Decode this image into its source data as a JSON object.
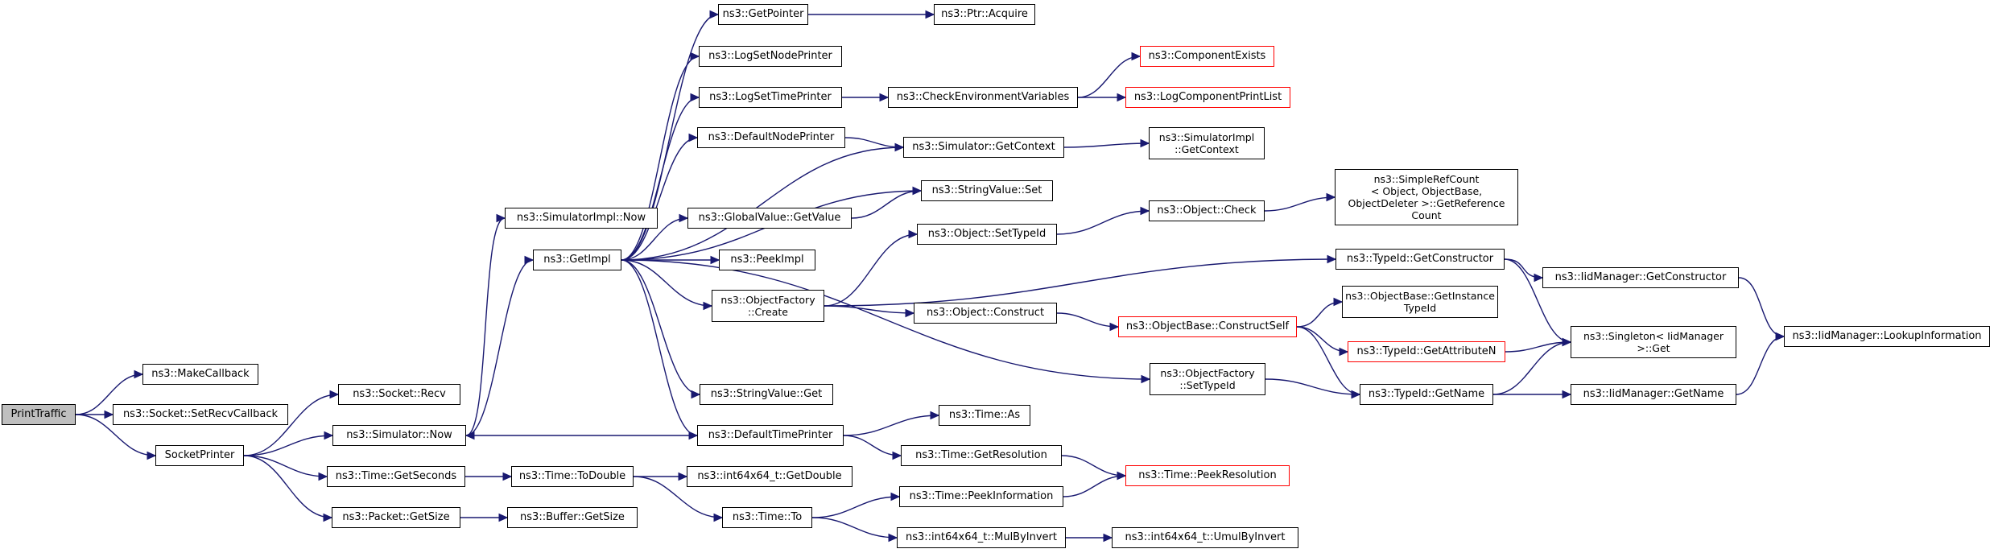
{
  "graph": {
    "edge_color": "#191970",
    "node_border": "#000000",
    "undocumented_border": "#ff0000",
    "root_fill": "#bfbfbf",
    "root": "PrintTraffic",
    "nodes": [
      {
        "id": "print_traffic",
        "label": "PrintTraffic",
        "kind": "root"
      },
      {
        "id": "make_callback",
        "label": "ns3::MakeCallback",
        "kind": "normal"
      },
      {
        "id": "set_recv_callback",
        "label": "ns3::Socket::SetRecvCallback",
        "kind": "normal"
      },
      {
        "id": "socket_printer",
        "label": "SocketPrinter",
        "kind": "normal"
      },
      {
        "id": "socket_recv",
        "label": "ns3::Socket::Recv",
        "kind": "normal"
      },
      {
        "id": "simulator_now",
        "label": "ns3::Simulator::Now",
        "kind": "normal"
      },
      {
        "id": "time_get_seconds",
        "label": "ns3::Time::GetSeconds",
        "kind": "normal"
      },
      {
        "id": "packet_get_size",
        "label": "ns3::Packet::GetSize",
        "kind": "normal"
      },
      {
        "id": "simimpl_now",
        "label": "ns3::SimulatorImpl::Now",
        "kind": "normal"
      },
      {
        "id": "get_impl",
        "label": "ns3::GetImpl",
        "kind": "normal"
      },
      {
        "id": "time_to_double",
        "label": "ns3::Time::ToDouble",
        "kind": "normal"
      },
      {
        "id": "buffer_get_size",
        "label": "ns3::Buffer::GetSize",
        "kind": "normal"
      },
      {
        "id": "get_pointer",
        "label": "ns3::GetPointer",
        "kind": "normal"
      },
      {
        "id": "ptr_acquire",
        "label": "ns3::Ptr::Acquire",
        "kind": "normal"
      },
      {
        "id": "log_set_node_printer",
        "label": "ns3::LogSetNodePrinter",
        "kind": "normal"
      },
      {
        "id": "log_set_time_printer",
        "label": "ns3::LogSetTimePrinter",
        "kind": "normal"
      },
      {
        "id": "check_env_vars",
        "label": "ns3::CheckEnvironmentVariables",
        "kind": "normal"
      },
      {
        "id": "component_exists",
        "label": "ns3::ComponentExists",
        "kind": "undocumented"
      },
      {
        "id": "log_component_print_list",
        "label": "ns3::LogComponentPrintList",
        "kind": "undocumented"
      },
      {
        "id": "default_node_printer",
        "label": "ns3::DefaultNodePrinter",
        "kind": "normal"
      },
      {
        "id": "simulator_get_context",
        "label": "ns3::Simulator::GetContext",
        "kind": "normal"
      },
      {
        "id": "simimpl_get_context",
        "label": "ns3::SimulatorImpl\n::GetContext",
        "kind": "normal"
      },
      {
        "id": "string_value_set",
        "label": "ns3::StringValue::Set",
        "kind": "normal"
      },
      {
        "id": "global_value_get_value",
        "label": "ns3::GlobalValue::GetValue",
        "kind": "normal"
      },
      {
        "id": "simple_ref_count",
        "label": "ns3::SimpleRefCount\n< Object, ObjectBase,\n ObjectDeleter >::GetReference\nCount",
        "kind": "normal"
      },
      {
        "id": "object_check",
        "label": "ns3::Object::Check",
        "kind": "normal"
      },
      {
        "id": "object_set_type_id",
        "label": "ns3::Object::SetTypeId",
        "kind": "normal"
      },
      {
        "id": "peek_impl",
        "label": "ns3::PeekImpl",
        "kind": "normal"
      },
      {
        "id": "typeid_get_constructor",
        "label": "ns3::TypeId::GetConstructor",
        "kind": "normal"
      },
      {
        "id": "iidmanager_get_constructor",
        "label": "ns3::IidManager::GetConstructor",
        "kind": "normal"
      },
      {
        "id": "object_factory_create",
        "label": "ns3::ObjectFactory\n::Create",
        "kind": "normal"
      },
      {
        "id": "object_construct",
        "label": "ns3::Object::Construct",
        "kind": "normal"
      },
      {
        "id": "objectbase_construct_self",
        "label": "ns3::ObjectBase::ConstructSelf",
        "kind": "undocumented"
      },
      {
        "id": "objectbase_get_instance_typeid",
        "label": "ns3::ObjectBase::GetInstance\nTypeId",
        "kind": "normal"
      },
      {
        "id": "iidmanager_lookup_information",
        "label": "ns3::IidManager::LookupInformation",
        "kind": "normal"
      },
      {
        "id": "typeid_get_attribute_n",
        "label": "ns3::TypeId::GetAttributeN",
        "kind": "undocumented"
      },
      {
        "id": "singleton_get",
        "label": "ns3::Singleton< IidManager\n >::Get",
        "kind": "normal"
      },
      {
        "id": "object_factory_set_type_id",
        "label": "ns3::ObjectFactory\n::SetTypeId",
        "kind": "normal"
      },
      {
        "id": "typeid_get_name",
        "label": "ns3::TypeId::GetName",
        "kind": "normal"
      },
      {
        "id": "iidmanager_get_name",
        "label": "ns3::IidManager::GetName",
        "kind": "normal"
      },
      {
        "id": "string_value_get",
        "label": "ns3::StringValue::Get",
        "kind": "normal"
      },
      {
        "id": "time_as",
        "label": "ns3::Time::As",
        "kind": "normal"
      },
      {
        "id": "default_time_printer",
        "label": "ns3::DefaultTimePrinter",
        "kind": "normal"
      },
      {
        "id": "time_get_resolution",
        "label": "ns3::Time::GetResolution",
        "kind": "normal"
      },
      {
        "id": "time_peek_resolution",
        "label": "ns3::Time::PeekResolution",
        "kind": "undocumented"
      },
      {
        "id": "int64x64_get_double",
        "label": "ns3::int64x64_t::GetDouble",
        "kind": "normal"
      },
      {
        "id": "time_peek_information",
        "label": "ns3::Time::PeekInformation",
        "kind": "normal"
      },
      {
        "id": "time_to",
        "label": "ns3::Time::To",
        "kind": "normal"
      },
      {
        "id": "int64x64_mul_by_invert",
        "label": "ns3::int64x64_t::MulByInvert",
        "kind": "normal"
      },
      {
        "id": "int64x64_umul_by_invert",
        "label": "ns3::int64x64_t::UmulByInvert",
        "kind": "normal"
      }
    ],
    "edges": [
      [
        "print_traffic",
        "make_callback"
      ],
      [
        "print_traffic",
        "set_recv_callback"
      ],
      [
        "print_traffic",
        "socket_printer"
      ],
      [
        "socket_printer",
        "socket_recv"
      ],
      [
        "socket_printer",
        "simulator_now"
      ],
      [
        "socket_printer",
        "time_get_seconds"
      ],
      [
        "socket_printer",
        "packet_get_size"
      ],
      [
        "simulator_now",
        "simimpl_now"
      ],
      [
        "simulator_now",
        "get_impl"
      ],
      [
        "time_get_seconds",
        "time_to_double"
      ],
      [
        "packet_get_size",
        "buffer_get_size"
      ],
      [
        "get_impl",
        "get_pointer"
      ],
      [
        "get_impl",
        "log_set_node_printer"
      ],
      [
        "get_impl",
        "log_set_time_printer"
      ],
      [
        "get_impl",
        "default_node_printer"
      ],
      [
        "get_impl",
        "simulator_get_context"
      ],
      [
        "get_impl",
        "string_value_set"
      ],
      [
        "get_impl",
        "global_value_get_value"
      ],
      [
        "get_impl",
        "peek_impl"
      ],
      [
        "get_impl",
        "object_factory_create"
      ],
      [
        "get_impl",
        "object_factory_set_type_id"
      ],
      [
        "get_impl",
        "string_value_get"
      ],
      [
        "get_impl",
        "default_time_printer"
      ],
      [
        "get_pointer",
        "ptr_acquire"
      ],
      [
        "log_set_time_printer",
        "check_env_vars"
      ],
      [
        "check_env_vars",
        "component_exists"
      ],
      [
        "check_env_vars",
        "log_component_print_list"
      ],
      [
        "default_node_printer",
        "simulator_get_context"
      ],
      [
        "simulator_get_context",
        "simimpl_get_context"
      ],
      [
        "global_value_get_value",
        "string_value_set"
      ],
      [
        "object_factory_create",
        "object_set_type_id"
      ],
      [
        "object_factory_create",
        "typeid_get_constructor"
      ],
      [
        "object_factory_create",
        "object_construct"
      ],
      [
        "object_set_type_id",
        "object_check"
      ],
      [
        "object_check",
        "simple_ref_count"
      ],
      [
        "typeid_get_constructor",
        "iidmanager_get_constructor"
      ],
      [
        "typeid_get_constructor",
        "singleton_get"
      ],
      [
        "iidmanager_get_constructor",
        "iidmanager_lookup_information"
      ],
      [
        "object_construct",
        "objectbase_construct_self"
      ],
      [
        "objectbase_construct_self",
        "objectbase_get_instance_typeid"
      ],
      [
        "objectbase_construct_self",
        "typeid_get_attribute_n"
      ],
      [
        "objectbase_construct_self",
        "typeid_get_name"
      ],
      [
        "typeid_get_attribute_n",
        "singleton_get"
      ],
      [
        "object_factory_set_type_id",
        "typeid_get_name"
      ],
      [
        "typeid_get_name",
        "singleton_get"
      ],
      [
        "typeid_get_name",
        "iidmanager_get_name"
      ],
      [
        "iidmanager_get_name",
        "iidmanager_lookup_information"
      ],
      [
        "default_time_printer",
        "simulator_now"
      ],
      [
        "default_time_printer",
        "time_as"
      ],
      [
        "default_time_printer",
        "time_get_resolution"
      ],
      [
        "time_get_resolution",
        "time_peek_resolution"
      ],
      [
        "time_to_double",
        "int64x64_get_double"
      ],
      [
        "time_to_double",
        "time_to"
      ],
      [
        "time_to",
        "time_peek_information"
      ],
      [
        "time_to",
        "int64x64_mul_by_invert"
      ],
      [
        "time_peek_information",
        "time_peek_resolution"
      ],
      [
        "int64x64_mul_by_invert",
        "int64x64_umul_by_invert"
      ]
    ]
  }
}
